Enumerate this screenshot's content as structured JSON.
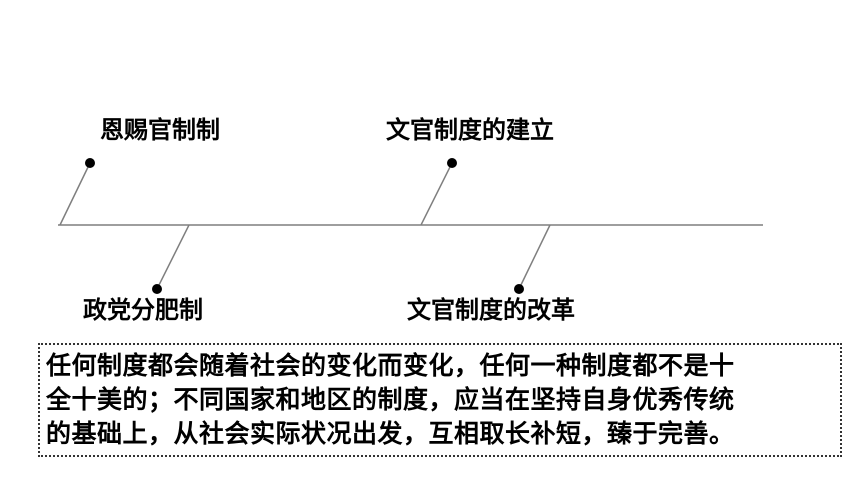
{
  "diagram": {
    "title": "",
    "events": [
      {
        "id": "en-ci-guan-zhi",
        "label": "恩赐官制制",
        "side": "above"
      },
      {
        "id": "wen-guan-jian-li",
        "label": "文官制度的建立",
        "side": "above"
      },
      {
        "id": "zheng-dang-fen-fei",
        "label": "政党分肥制",
        "side": "below"
      },
      {
        "id": "wen-guan-gai-ge",
        "label": "文官制度的改革",
        "side": "below"
      }
    ],
    "colors": {
      "axis": "#7f7f7f",
      "branch": "#7f7f7f",
      "dot": "#000000",
      "text": "#000000",
      "box_border": "#333333"
    }
  },
  "summary": {
    "lines": [
      "任何制度都会随着社会的变化而变化，任何一种制度都不是十",
      "全十美的；不同国家和地区的制度，应当在坚持自身优秀传统",
      "的基础上，从社会实际状况出发，互相取长补短，臻于完善。"
    ]
  }
}
